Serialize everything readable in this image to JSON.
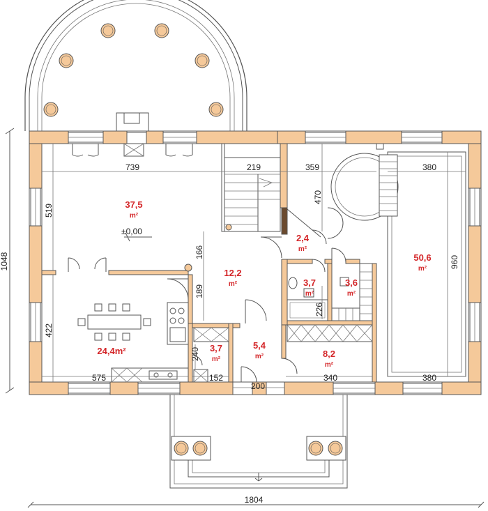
{
  "colors": {
    "wall_fill": "#f5c99a",
    "wall_stroke": "#555555",
    "area_text": "#d4272a",
    "column_fill": "#f5c99a",
    "door_wall": "#6b4a2e"
  },
  "dimensions": {
    "overall_width": "1804",
    "overall_height": "1048",
    "living_width": "739",
    "stair_width": "219",
    "hall_width": "359",
    "pool_width_top": "380",
    "pool_width_bottom": "380",
    "living_depth": "519",
    "dining_depth": "422",
    "kitchen_width": "575",
    "hall_depth_166": "166",
    "hall_depth_189": "189",
    "hall_470": "470",
    "pool_length": "960",
    "shower_226": "226",
    "wc_240": "240",
    "wc_152": "152",
    "entry_200": "200",
    "utility_340": "340",
    "level": "±0,00"
  },
  "rooms": [
    {
      "id": "living",
      "area": "37,5",
      "unit": "m²"
    },
    {
      "id": "dining",
      "area": "24,4m²",
      "unit": ""
    },
    {
      "id": "hall",
      "area": "12,2",
      "unit": "m²"
    },
    {
      "id": "corridor",
      "area": "2,4",
      "unit": "m²"
    },
    {
      "id": "bath",
      "area": "3,7",
      "unit": "m²"
    },
    {
      "id": "sauna",
      "area": "3,6",
      "unit": "m²"
    },
    {
      "id": "wc",
      "area": "3,7",
      "unit": "m²"
    },
    {
      "id": "entry",
      "area": "5,4",
      "unit": "m²"
    },
    {
      "id": "utility",
      "area": "8,2",
      "unit": "m²"
    },
    {
      "id": "pool",
      "area": "50,6",
      "unit": "m²"
    }
  ]
}
